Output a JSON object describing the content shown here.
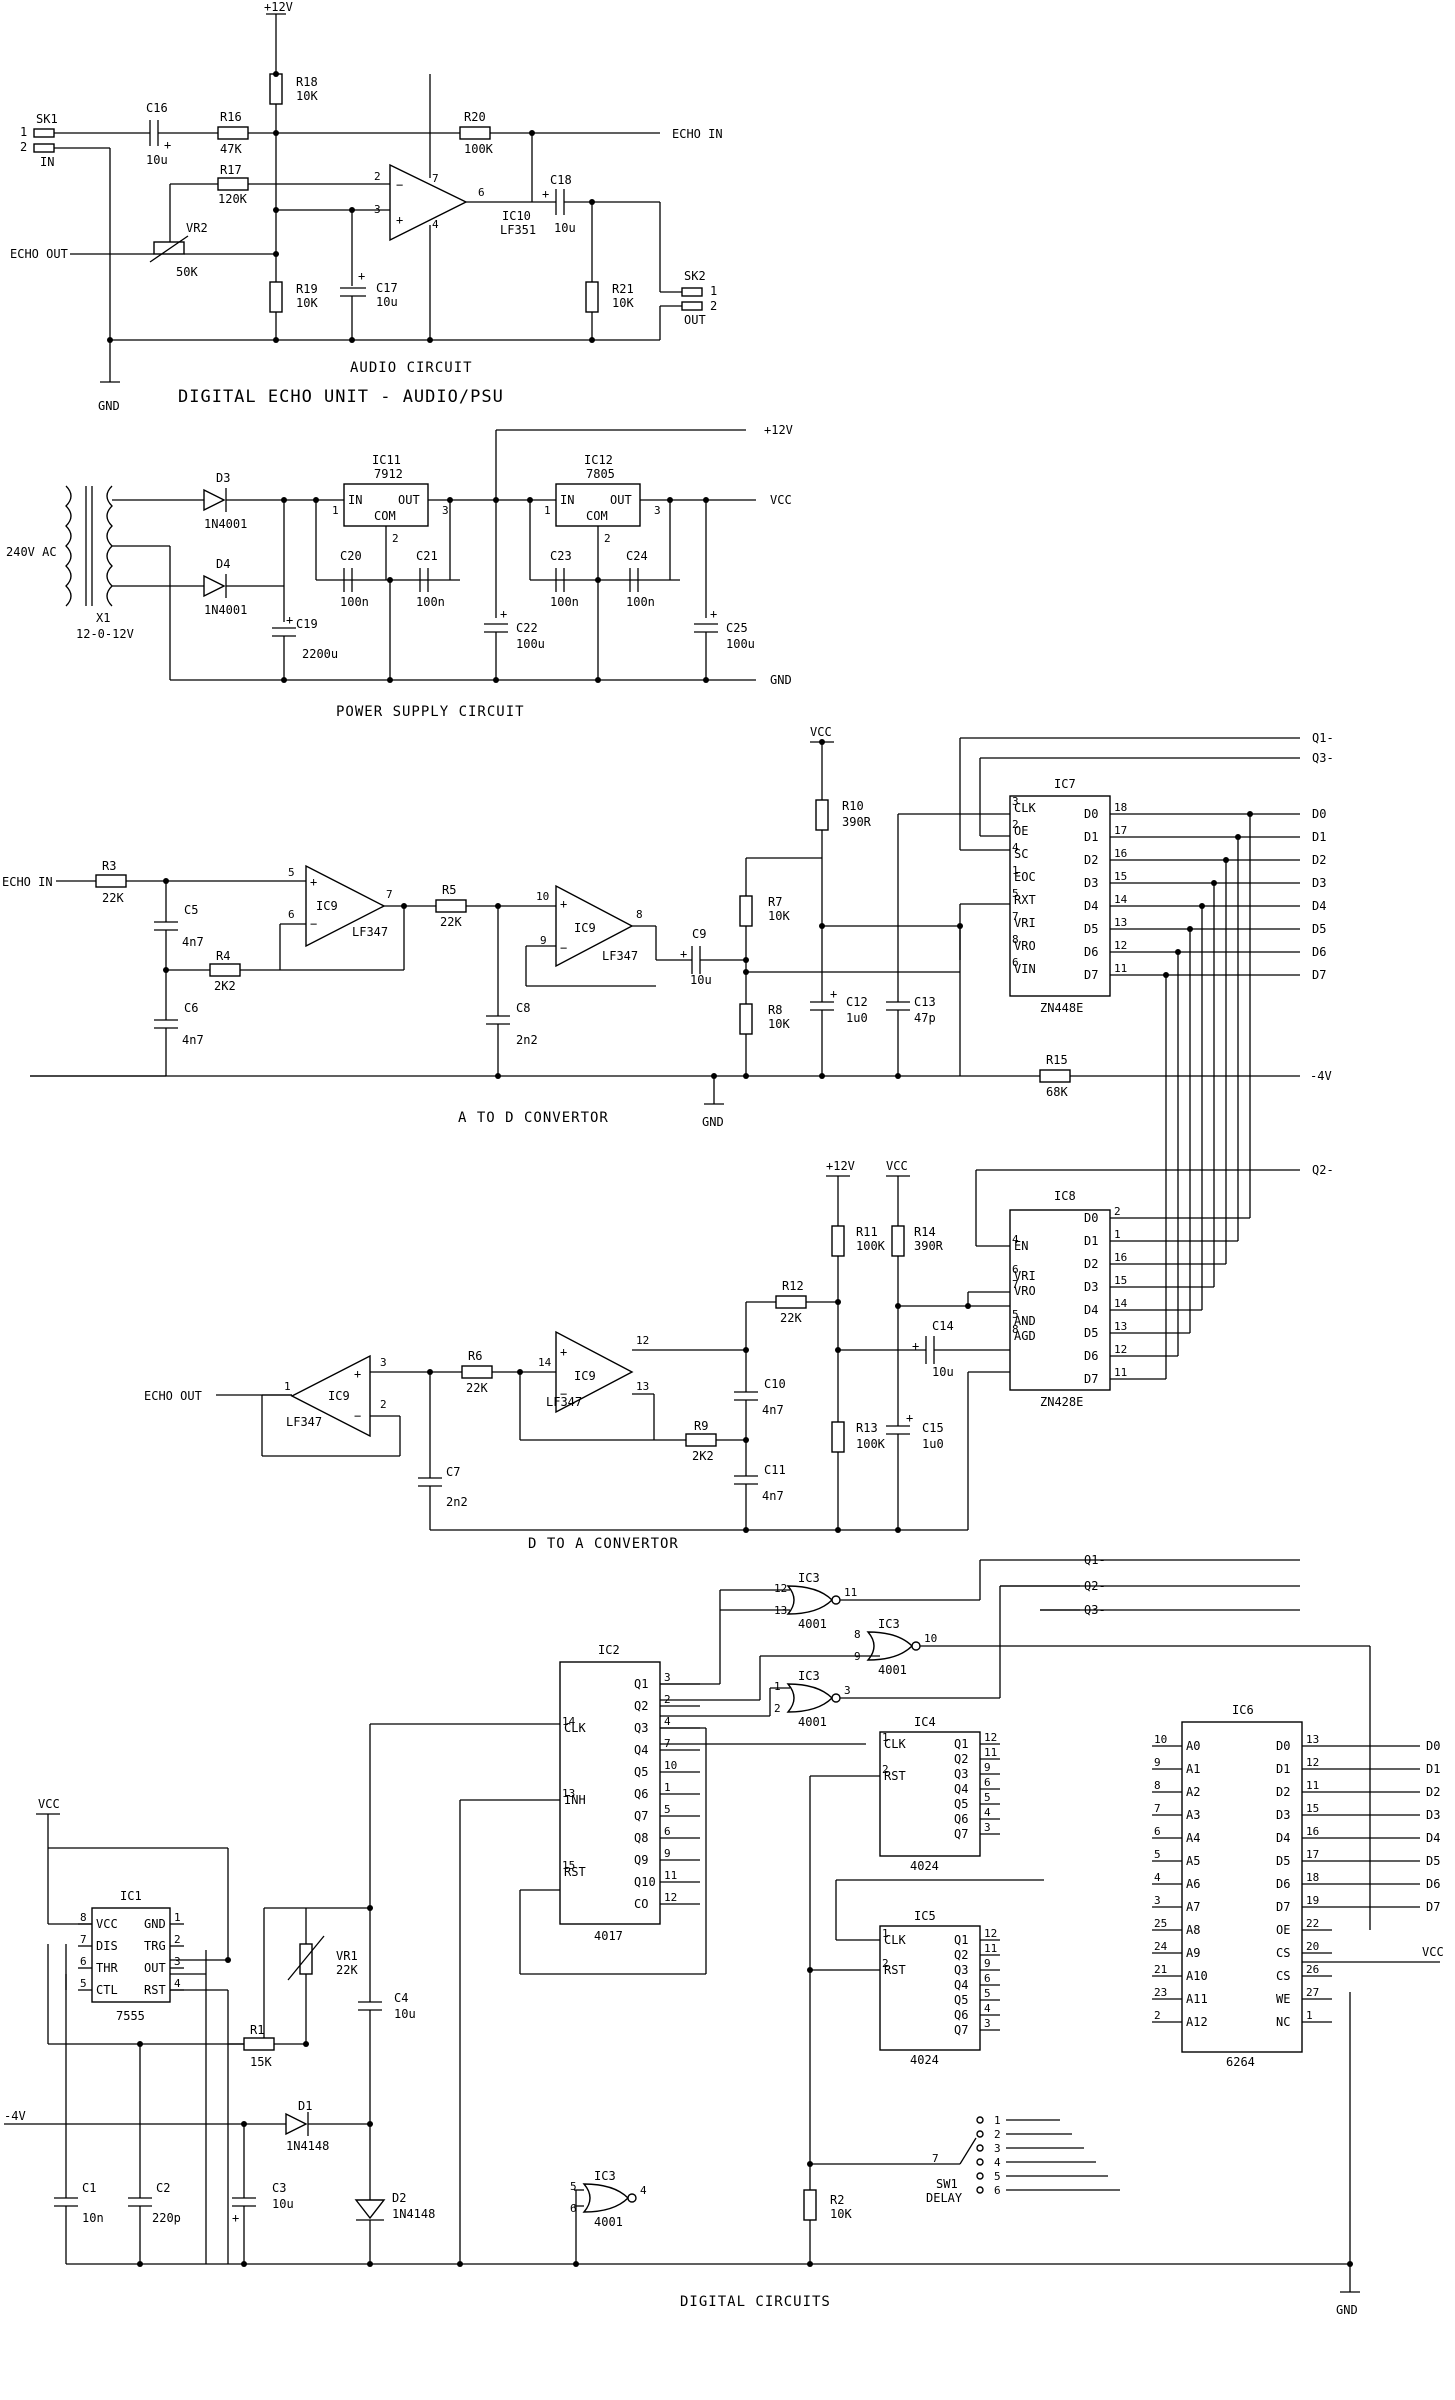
{
  "titles": {
    "main": "DIGITAL ECHO UNIT - AUDIO/PSU",
    "audio": "AUDIO CIRCUIT",
    "psu": "POWER SUPPLY CIRCUIT",
    "adc": "A TO D CONVERTOR",
    "dac": "D TO A CONVERTOR",
    "digital": "DIGITAL CIRCUITS"
  },
  "nets": {
    "p12": "+12V",
    "vcc": "VCC",
    "gnd": "GND",
    "m4v": "-4V",
    "echo_in": "ECHO IN",
    "echo_out": "ECHO OUT",
    "q1": "Q1-",
    "q2": "Q2-",
    "q3": "Q3-",
    "d0": "D0",
    "d1": "D1",
    "d2": "D2",
    "d3": "D3",
    "d4": "D4",
    "d5": "D5",
    "d6": "D6",
    "d7": "D7",
    "ac": "240V AC"
  },
  "connectors": {
    "sk1": "SK1",
    "sk1_sub": "IN",
    "sk2": "SK2",
    "sk2_sub": "OUT",
    "p1": "1",
    "p2": "2"
  },
  "audio": {
    "r18": [
      "R18",
      "10K"
    ],
    "r16": [
      "R16",
      "47K"
    ],
    "r17": [
      "R17",
      "120K"
    ],
    "r19": [
      "R19",
      "10K"
    ],
    "r20": [
      "R20",
      "100K"
    ],
    "r21": [
      "R21",
      "10K"
    ],
    "c16": [
      "C16",
      "10u"
    ],
    "c17": [
      "C17",
      "10u"
    ],
    "c18": [
      "C18",
      "10u"
    ],
    "vr2": [
      "VR2",
      "50K"
    ],
    "ic10": [
      "IC10",
      "LF351"
    ],
    "pins": [
      "2",
      "3",
      "7",
      "4",
      "6"
    ]
  },
  "psu": {
    "d3": [
      "D3",
      "1N4001"
    ],
    "d4": [
      "D4",
      "1N4001"
    ],
    "x1": [
      "X1",
      "12-0-12V"
    ],
    "c19": [
      "C19",
      "2200u"
    ],
    "c20": [
      "C20",
      "100n"
    ],
    "c21": [
      "C21",
      "100n"
    ],
    "c22": [
      "C22",
      "100u"
    ],
    "c23": [
      "C23",
      "100n"
    ],
    "c24": [
      "C24",
      "100n"
    ],
    "c25": [
      "C25",
      "100u"
    ],
    "ic11": [
      "IC11",
      "7912",
      "IN",
      "OUT",
      "COM"
    ],
    "ic12": [
      "IC12",
      "7805",
      "IN",
      "OUT",
      "COM"
    ],
    "pins": [
      "1",
      "2",
      "3"
    ]
  },
  "adc": {
    "r3": [
      "R3",
      "22K"
    ],
    "r4": [
      "R4",
      "2K2"
    ],
    "r5": [
      "R5",
      "22K"
    ],
    "r7": [
      "R7",
      "10K"
    ],
    "r8": [
      "R8",
      "10K"
    ],
    "r10": [
      "R10",
      "390R"
    ],
    "r15": [
      "R15",
      "68K"
    ],
    "c5": [
      "C5",
      "4n7"
    ],
    "c6": [
      "C6",
      "4n7"
    ],
    "c8": [
      "C8",
      "2n2"
    ],
    "c9": [
      "C9",
      "10u"
    ],
    "c12": [
      "C12",
      "1u0"
    ],
    "c13": [
      "C13",
      "47p"
    ],
    "ic9a": [
      "IC9",
      "LF347",
      "5",
      "6",
      "7"
    ],
    "ic9b": [
      "IC9",
      "LF347",
      "10",
      "9",
      "8"
    ],
    "ic7": {
      "name": "IC7",
      "part": "ZN448E",
      "left": [
        [
          "3",
          "CLK"
        ],
        [
          "2",
          "OE"
        ],
        [
          "4",
          "SC"
        ],
        [
          "1",
          "EOC"
        ],
        [
          "5",
          "RXT"
        ],
        [
          "7",
          "VRI"
        ],
        [
          "8",
          "VRO"
        ],
        [
          "6",
          "VIN"
        ]
      ],
      "right": [
        [
          "18",
          "D0"
        ],
        [
          "17",
          "D1"
        ],
        [
          "16",
          "D2"
        ],
        [
          "15",
          "D3"
        ],
        [
          "14",
          "D4"
        ],
        [
          "13",
          "D5"
        ],
        [
          "12",
          "D6"
        ],
        [
          "11",
          "D7"
        ]
      ]
    }
  },
  "dac": {
    "r6": [
      "R6",
      "22K"
    ],
    "r9": [
      "R9",
      "2K2"
    ],
    "r11": [
      "R11",
      "100K"
    ],
    "r12": [
      "R12",
      "22K"
    ],
    "r13": [
      "R13",
      "100K"
    ],
    "r14": [
      "R14",
      "390R"
    ],
    "c7": [
      "C7",
      "2n2"
    ],
    "c10": [
      "C10",
      "4n7"
    ],
    "c11": [
      "C11",
      "4n7"
    ],
    "c14": [
      "C14",
      "10u"
    ],
    "c15": [
      "C15",
      "1u0"
    ],
    "ic9c": [
      "IC9",
      "LF347",
      "3",
      "2",
      "1"
    ],
    "ic9d": [
      "IC9",
      "LF347",
      "12",
      "13",
      "14"
    ],
    "ic8": {
      "name": "IC8",
      "part": "ZN428E",
      "left": [
        [
          "4",
          "EN"
        ],
        [
          "",
          ""
        ],
        [
          "6",
          "VRI"
        ],
        [
          "7",
          "VRO"
        ],
        [
          "",
          ""
        ],
        [
          "5",
          "AND"
        ],
        [
          "8",
          "AGD"
        ]
      ],
      "right": [
        [
          "2",
          "D0"
        ],
        [
          "1",
          "D1"
        ],
        [
          "16",
          "D2"
        ],
        [
          "15",
          "D3"
        ],
        [
          "14",
          "D4"
        ],
        [
          "13",
          "D5"
        ],
        [
          "12",
          "D6"
        ],
        [
          "11",
          "D7"
        ]
      ]
    }
  },
  "digital": {
    "ic1": {
      "name": "IC1",
      "part": "7555",
      "left": [
        [
          "8",
          "VCC"
        ],
        [
          "7",
          "DIS"
        ],
        [
          "6",
          "THR"
        ],
        [
          "5",
          "CTL"
        ]
      ],
      "right": [
        [
          "1",
          "GND"
        ],
        [
          "2",
          "TRG"
        ],
        [
          "3",
          "OUT"
        ],
        [
          "4",
          "RST"
        ]
      ]
    },
    "ic2": {
      "name": "IC2",
      "part": "4017",
      "left": [
        [
          "14",
          "CLK"
        ],
        [
          "13",
          "INH"
        ],
        [
          "15",
          "RST"
        ]
      ],
      "right": [
        [
          "3",
          "Q1"
        ],
        [
          "2",
          "Q2"
        ],
        [
          "4",
          "Q3"
        ],
        [
          "7",
          "Q4"
        ],
        [
          "10",
          "Q5"
        ],
        [
          "1",
          "Q6"
        ],
        [
          "5",
          "Q7"
        ],
        [
          "6",
          "Q8"
        ],
        [
          "9",
          "Q9"
        ],
        [
          "11",
          "Q10"
        ],
        [
          "12",
          "CO"
        ]
      ]
    },
    "ic4": {
      "name": "IC4",
      "part": "4024",
      "left": [
        [
          "1",
          "CLK"
        ],
        [
          "2",
          "RST"
        ]
      ],
      "right": [
        [
          "12",
          "Q1"
        ],
        [
          "11",
          "Q2"
        ],
        [
          "9",
          "Q3"
        ],
        [
          "6",
          "Q4"
        ],
        [
          "5",
          "Q5"
        ],
        [
          "4",
          "Q6"
        ],
        [
          "3",
          "Q7"
        ]
      ]
    },
    "ic5": {
      "name": "IC5",
      "part": "4024",
      "left": [
        [
          "1",
          "CLK"
        ],
        [
          "2",
          "RST"
        ]
      ],
      "right": [
        [
          "12",
          "Q1"
        ],
        [
          "11",
          "Q2"
        ],
        [
          "9",
          "Q3"
        ],
        [
          "6",
          "Q4"
        ],
        [
          "5",
          "Q5"
        ],
        [
          "4",
          "Q6"
        ],
        [
          "3",
          "Q7"
        ]
      ]
    },
    "ic6": {
      "name": "IC6",
      "part": "6264",
      "left": [
        [
          "10",
          "A0"
        ],
        [
          "9",
          "A1"
        ],
        [
          "8",
          "A2"
        ],
        [
          "7",
          "A3"
        ],
        [
          "6",
          "A4"
        ],
        [
          "5",
          "A5"
        ],
        [
          "4",
          "A6"
        ],
        [
          "3",
          "A7"
        ],
        [
          "25",
          "A8"
        ],
        [
          "24",
          "A9"
        ],
        [
          "21",
          "A10"
        ],
        [
          "23",
          "A11"
        ],
        [
          "2",
          "A12"
        ]
      ],
      "right": [
        [
          "13",
          "D0"
        ],
        [
          "12",
          "D1"
        ],
        [
          "11",
          "D2"
        ],
        [
          "15",
          "D3"
        ],
        [
          "16",
          "D4"
        ],
        [
          "17",
          "D5"
        ],
        [
          "18",
          "D6"
        ],
        [
          "19",
          "D7"
        ],
        [
          "22",
          "OE"
        ],
        [
          "20",
          "CS"
        ],
        [
          "26",
          "CS"
        ],
        [
          "27",
          "WE"
        ],
        [
          "1",
          "NC"
        ]
      ],
      "ic4_pin_nums": [
        "5",
        "6",
        "9",
        "10",
        "8",
        "7",
        "4"
      ],
      "ic5_pin_nums": [
        "25",
        "24",
        "21",
        "23",
        "2"
      ]
    },
    "gates": {
      "g1": [
        "IC3",
        "4001",
        "12",
        "13",
        "11"
      ],
      "g2": [
        "IC3",
        "4001",
        "8",
        "9",
        "10"
      ],
      "g3": [
        "IC3",
        "4001",
        "1",
        "2",
        "3"
      ],
      "g4": [
        "IC3",
        "4001",
        "5",
        "6",
        "4"
      ]
    },
    "vr1": [
      "VR1",
      "22K"
    ],
    "r1": [
      "R1",
      "15K"
    ],
    "r2": [
      "R2",
      "10K"
    ],
    "c1": [
      "C1",
      "10n"
    ],
    "c2": [
      "C2",
      "220p"
    ],
    "c3": [
      "C3",
      "10u"
    ],
    "c4": [
      "C4",
      "10u"
    ],
    "d1": [
      "D1",
      "1N4148"
    ],
    "d2": [
      "D2",
      "1N4148"
    ],
    "sw1": [
      "SW1",
      "DELAY",
      "7"
    ],
    "sw_pins": [
      "1",
      "2",
      "3",
      "4",
      "5",
      "6"
    ]
  }
}
